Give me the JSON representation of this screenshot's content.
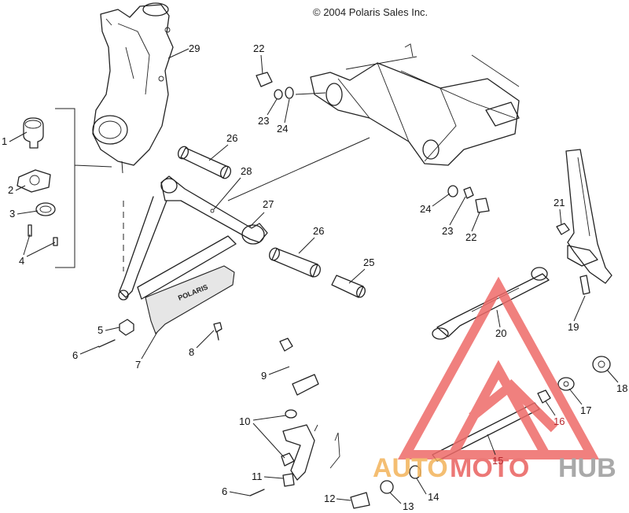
{
  "copyright": "© 2004 Polaris Sales Inc.",
  "skid_plate_text": "POLARIS",
  "callouts": [
    "1",
    "2",
    "3",
    "4",
    "5",
    "6",
    "7",
    "8",
    "9",
    "10",
    "11",
    "6",
    "12",
    "13",
    "14",
    "15",
    "16",
    "17",
    "18",
    "19",
    "20",
    "21",
    "22",
    "23",
    "24",
    "25",
    "26",
    "27",
    "28",
    "29",
    "26",
    "22",
    "23",
    "24"
  ],
  "watermark": {
    "word_left": "AUTO",
    "word_mid": "MOTO",
    "word_right": "HUB",
    "color_orange": "#f3b35a",
    "color_red": "#e9615f",
    "color_grey": "#9b9b9b",
    "triangle_color": "#ee6a68"
  }
}
